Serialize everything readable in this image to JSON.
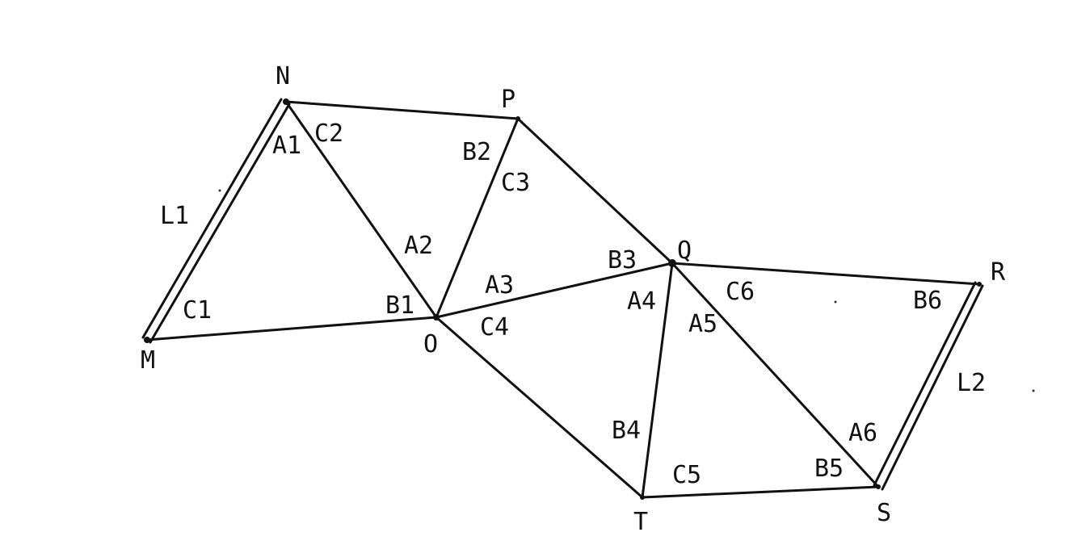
{
  "diagram": {
    "colors": {
      "line": "#111111",
      "background": "#ffffff"
    },
    "vertices": [
      {
        "id": "N",
        "label": "N"
      },
      {
        "id": "P",
        "label": "P"
      },
      {
        "id": "M",
        "label": "M"
      },
      {
        "id": "O",
        "label": "O"
      },
      {
        "id": "Q",
        "label": "Q"
      },
      {
        "id": "R",
        "label": "R"
      },
      {
        "id": "T",
        "label": "T"
      },
      {
        "id": "S",
        "label": "S"
      }
    ],
    "edges": [
      {
        "from": "N",
        "to": "P",
        "style": "single"
      },
      {
        "from": "N",
        "to": "O",
        "style": "single"
      },
      {
        "from": "P",
        "to": "O",
        "style": "single"
      },
      {
        "from": "P",
        "to": "Q",
        "style": "single"
      },
      {
        "from": "M",
        "to": "O",
        "style": "single"
      },
      {
        "from": "O",
        "to": "Q",
        "style": "single"
      },
      {
        "from": "O",
        "to": "T",
        "style": "single"
      },
      {
        "from": "Q",
        "to": "R",
        "style": "single"
      },
      {
        "from": "Q",
        "to": "T",
        "style": "single"
      },
      {
        "from": "Q",
        "to": "S",
        "style": "single"
      },
      {
        "from": "T",
        "to": "S",
        "style": "single"
      },
      {
        "from": "M",
        "to": "N",
        "style": "double",
        "label": "L1"
      },
      {
        "from": "S",
        "to": "R",
        "style": "double",
        "label": "L2"
      }
    ],
    "angle_labels": [
      "A1",
      "C2",
      "B2",
      "C3",
      "A2",
      "B1",
      "C1",
      "A3",
      "C4",
      "B3",
      "A4",
      "A5",
      "C6",
      "B6",
      "B4",
      "C5",
      "B5",
      "A6"
    ]
  }
}
